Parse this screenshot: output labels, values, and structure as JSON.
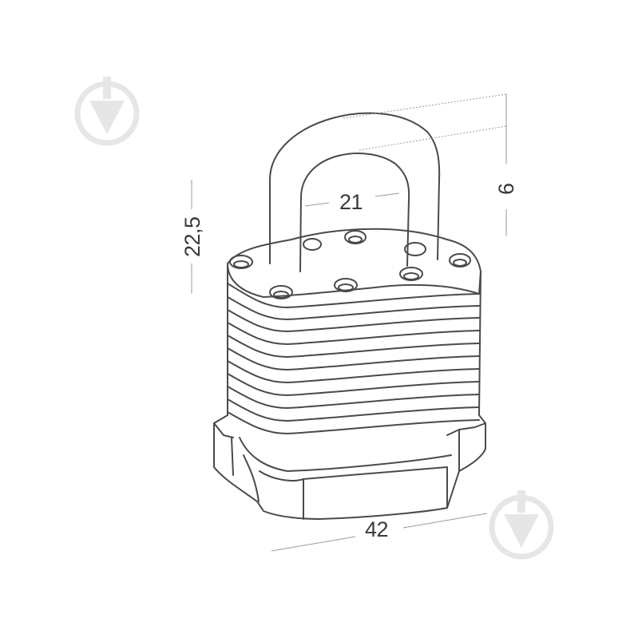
{
  "dimensions": {
    "width": "42",
    "shackle_inner_width": "21",
    "shackle_height": "22,5",
    "shackle_diameter": "6"
  },
  "colors": {
    "line": "#4a4a4a",
    "dim_line": "#9a9a9a",
    "watermark": "#e6e6e6",
    "background": "#ffffff"
  },
  "watermark_icon": "downward-arrow-in-circle-icon"
}
